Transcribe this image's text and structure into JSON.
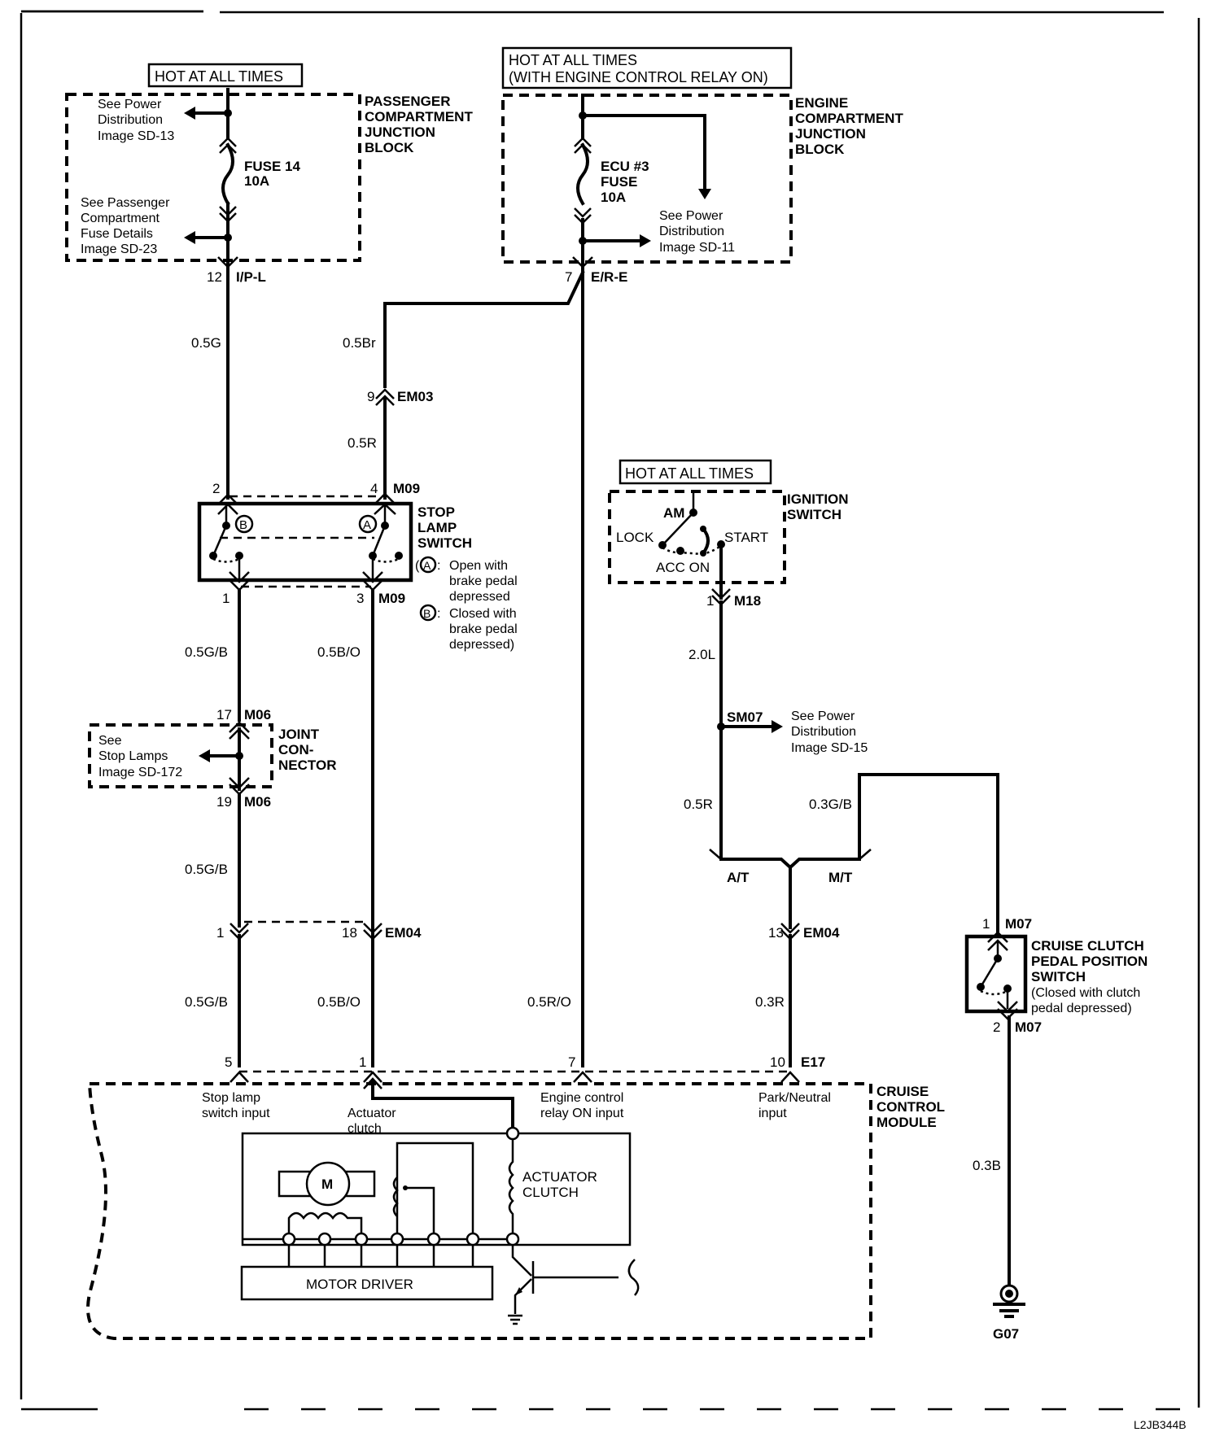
{
  "diagram": {
    "id_code": "L2JB344B",
    "power_labels": {
      "passenger": "HOT AT ALL TIMES",
      "engine_line1": "HOT AT ALL TIMES",
      "engine_line2": "(WITH ENGINE CONTROL RELAY ON)",
      "ignition": "HOT AT ALL TIMES"
    },
    "passenger_jb": {
      "name": [
        "PASSENGER",
        "COMPARTMENT",
        "JUNCTION",
        "BLOCK"
      ],
      "fuse": [
        "FUSE 14",
        "10A"
      ],
      "ref_top": [
        "See Power",
        "Distribution",
        "Image SD-13"
      ],
      "ref_bottom": [
        "See Passenger",
        "Compartment",
        "Fuse Details",
        "Image SD-23"
      ],
      "pin": "12",
      "connector": "I/P-L"
    },
    "engine_jb": {
      "name": [
        "ENGINE",
        "COMPARTMENT",
        "JUNCTION",
        "BLOCK"
      ],
      "fuse": [
        "ECU #3",
        "FUSE",
        "10A"
      ],
      "ref": [
        "See Power",
        "Distribution",
        "Image SD-11"
      ],
      "pin": "7",
      "connector": "E/R-E"
    },
    "wires": {
      "w_05G": "0.5G",
      "w_05Br": "0.5Br",
      "w_05R_top": "0.5R",
      "w_05GB_1": "0.5G/B",
      "w_05BO_1": "0.5B/O",
      "w_05GB_2": "0.5G/B",
      "w_05GB_3": "0.5G/B",
      "w_05BO_2": "0.5B/O",
      "w_05RO": "0.5R/O",
      "w_20L": "2.0L",
      "w_05R_ign": "0.5R",
      "w_03GB": "0.3G/B",
      "w_03R": "0.3R",
      "w_03B": "0.3B"
    },
    "connectors": {
      "em03": {
        "pin": "9",
        "name": "EM03"
      },
      "m09_top": {
        "pin_left": "2",
        "pin_right": "4",
        "name": "M09"
      },
      "m09_bot": {
        "pin_left": "1",
        "pin_right": "3",
        "name": "M09"
      },
      "m06_top": {
        "pin": "17",
        "name": "M06"
      },
      "m06_bot": {
        "pin": "19",
        "name": "M06"
      },
      "em04": {
        "pin_left": "1",
        "pin_right": "18",
        "name": "EM04"
      },
      "em04_r": {
        "pin": "13",
        "name": "EM04"
      },
      "m18": {
        "pin": "1",
        "name": "M18"
      },
      "sm07": "SM07",
      "m07_top": {
        "pin": "1",
        "name": "M07"
      },
      "m07_bot": {
        "pin": "2",
        "name": "M07"
      },
      "e17": {
        "pins": [
          "5",
          "1",
          "7",
          "10"
        ],
        "name": "E17"
      }
    },
    "stop_lamp_switch": {
      "name": [
        "STOP",
        "LAMP",
        "SWITCH"
      ],
      "marker_a": "A",
      "marker_b": "B",
      "note_a": [
        "Open with",
        "brake pedal",
        "depressed"
      ],
      "note_b": [
        "Closed with",
        "brake pedal",
        "depressed)"
      ],
      "open_paren": "("
    },
    "joint_connector": {
      "name": [
        "JOINT",
        "CON-",
        "NECTOR"
      ],
      "ref": [
        "See",
        "Stop Lamps",
        "Image SD-172"
      ]
    },
    "ignition_switch": {
      "name": [
        "IGNITION",
        "SWITCH"
      ],
      "positions": {
        "am": "AM",
        "lock": "LOCK",
        "start": "START",
        "acc_on": "ACC ON"
      }
    },
    "sm07_ref": [
      "See Power",
      "Distribution",
      "Image SD-15"
    ],
    "transmission": {
      "at": "A/T",
      "mt": "M/T"
    },
    "clutch_switch": {
      "name": [
        "CRUISE CLUTCH",
        "PEDAL POSITION",
        "SWITCH"
      ],
      "note": [
        "(Closed with clutch",
        "pedal depressed)"
      ]
    },
    "ground": "G07",
    "module": {
      "name": [
        "CRUISE",
        "CONTROL",
        "MODULE"
      ],
      "inputs": {
        "stop": [
          "Stop lamp",
          "switch input"
        ],
        "actuator": [
          "Actuator",
          "clutch"
        ],
        "engine": [
          "Engine control",
          "relay ON input"
        ],
        "park": [
          "Park/Neutral",
          "input"
        ]
      },
      "motor": "M",
      "actuator_clutch": [
        "ACTUATOR",
        "CLUTCH"
      ],
      "motor_driver": "MOTOR DRIVER"
    }
  }
}
